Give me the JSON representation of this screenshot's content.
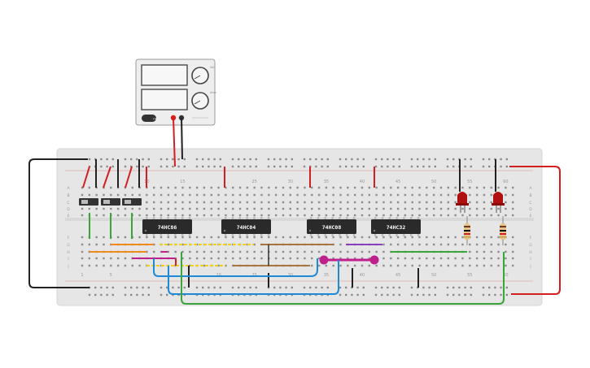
{
  "colors": {
    "breadboard": "#e6e6e6",
    "hole": "#888888",
    "rail_red": "#d22",
    "rail_dark": "#333",
    "chip": "#2a2a2a",
    "wire_red": "#d21f1f",
    "wire_black": "#222222",
    "wire_green": "#3aa53a",
    "wire_blue": "#1e8ad6",
    "wire_orange": "#f08a1c",
    "wire_yellow": "#f0d020",
    "wire_brown": "#a8743e",
    "wire_purple": "#8b3fbf",
    "wire_magenta": "#c0208c",
    "led_red": "#b01010"
  },
  "power_supply": {
    "knob_label_top": "Volt",
    "knob_label_bottom": "Amp",
    "switch_label": "OFF",
    "display_top": "",
    "display_bottom": ""
  },
  "chips": [
    {
      "label": "74HC86"
    },
    {
      "label": "74HC04"
    },
    {
      "label": "74HC08"
    },
    {
      "label": "74HC32"
    }
  ],
  "column_numbers_top": [
    "10",
    "15",
    "25",
    "30",
    "35",
    "40",
    "45",
    "50",
    "55",
    "60"
  ],
  "column_numbers_bottom": [
    "1",
    "5",
    "20",
    "25",
    "30",
    "35",
    "40",
    "45",
    "50",
    "55",
    "60"
  ],
  "row_letters_left_top": [
    "A",
    "B",
    "C",
    "D",
    "E"
  ],
  "row_letters_left_bottom": [
    "F",
    "G",
    "H",
    "I",
    "J"
  ],
  "row_letters_right_top": [
    "A",
    "B",
    "C",
    "D",
    "E"
  ],
  "row_letters_right_bottom": [
    "F",
    "G",
    "H",
    "I",
    "J"
  ]
}
